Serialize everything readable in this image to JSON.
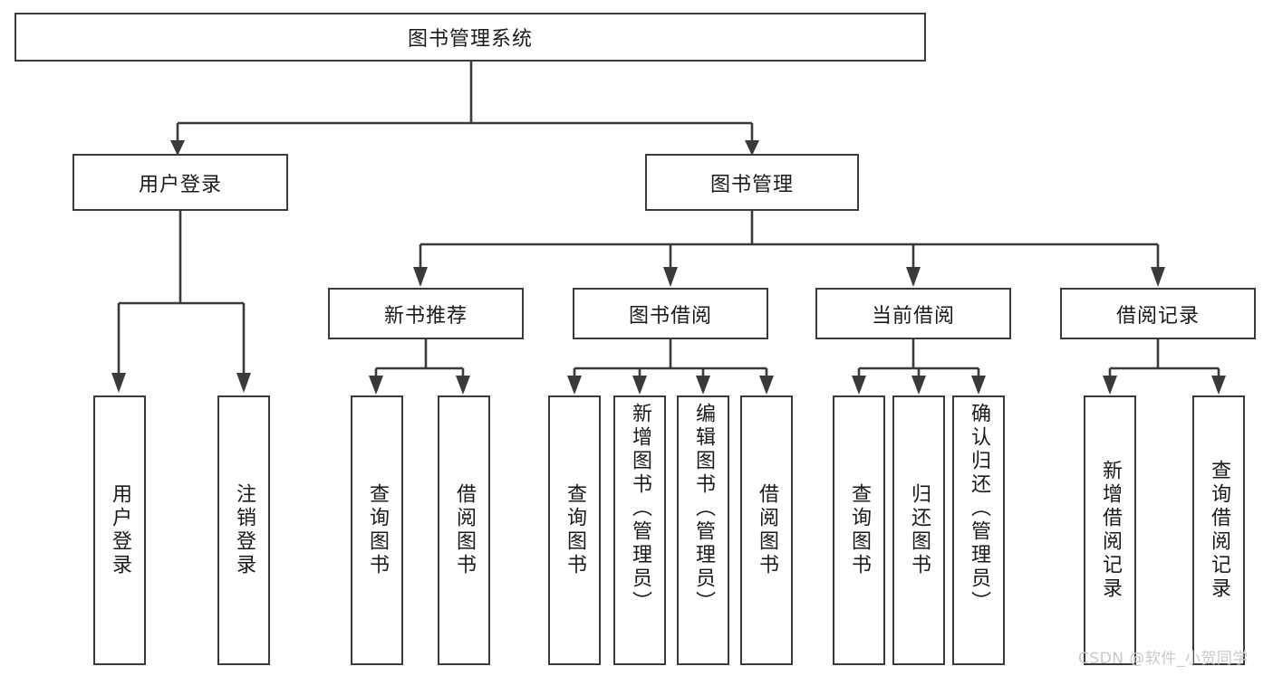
{
  "diagram": {
    "type": "tree-hierarchy",
    "title": "图书管理系统",
    "watermark": "CSDN @软件_小贺同学",
    "root": {
      "id": "root",
      "label": "图书管理系统"
    },
    "level2": [
      {
        "id": "user-login",
        "label": "用户登录"
      },
      {
        "id": "book-management",
        "label": "图书管理"
      }
    ],
    "level3": [
      {
        "id": "new-book-recommend",
        "label": "新书推荐",
        "parent": "book-management"
      },
      {
        "id": "book-borrow",
        "label": "图书借阅",
        "parent": "book-management"
      },
      {
        "id": "current-borrow",
        "label": "当前借阅",
        "parent": "book-management"
      },
      {
        "id": "borrow-record",
        "label": "借阅记录",
        "parent": "book-management"
      }
    ],
    "leaves": [
      {
        "id": "leaf-user-login",
        "label": "用户登录",
        "parent": "user-login"
      },
      {
        "id": "leaf-logout",
        "label": "注销登录",
        "parent": "user-login"
      },
      {
        "id": "leaf-query-book-1",
        "label": "查询图书",
        "parent": "new-book-recommend"
      },
      {
        "id": "leaf-borrow-book-1",
        "label": "借阅图书",
        "parent": "new-book-recommend"
      },
      {
        "id": "leaf-query-book-2",
        "label": "查询图书",
        "parent": "book-borrow"
      },
      {
        "id": "leaf-add-book",
        "label": "新增图书（管理员）",
        "parent": "book-borrow"
      },
      {
        "id": "leaf-edit-book",
        "label": "编辑图书（管理员）",
        "parent": "book-borrow"
      },
      {
        "id": "leaf-borrow-book-2",
        "label": "借阅图书",
        "parent": "book-borrow"
      },
      {
        "id": "leaf-query-book-3",
        "label": "查询图书",
        "parent": "current-borrow"
      },
      {
        "id": "leaf-return-book",
        "label": "归还图书",
        "parent": "current-borrow"
      },
      {
        "id": "leaf-confirm-return",
        "label": "确认归还（管理员）",
        "parent": "current-borrow"
      },
      {
        "id": "leaf-add-record",
        "label": "新增借阅记录",
        "parent": "borrow-record"
      },
      {
        "id": "leaf-query-record",
        "label": "查询借阅记录",
        "parent": "borrow-record"
      }
    ],
    "colors": {
      "stroke": "#3a3a3a",
      "background": "#ffffff",
      "text": "#1a1a1a",
      "watermark": "#c9c9c9"
    }
  }
}
